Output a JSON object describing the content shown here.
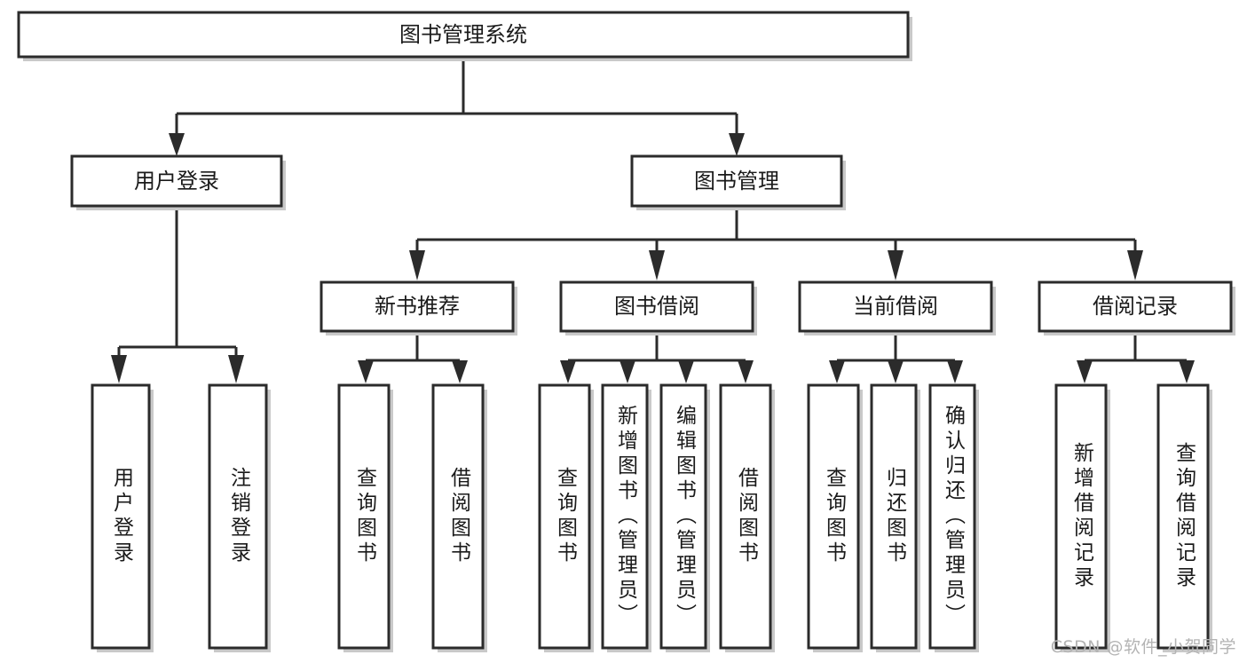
{
  "diagram": {
    "type": "tree-hierarchy",
    "title": "图书管理系统",
    "orientation": "top-down",
    "watermark": "CSDN @软件_小贺同学",
    "colors": {
      "box_stroke": "#2b2b2b",
      "box_fill": "#ffffff",
      "connector": "#2b2b2b",
      "text": "#1a1a1a",
      "shadow": "#c9c9c9",
      "watermark": "#b4b4b4",
      "background": "#ffffff"
    },
    "root": {
      "label": "图书管理系统",
      "level": 0
    },
    "level1": [
      {
        "label": "用户登录"
      },
      {
        "label": "图书管理"
      }
    ],
    "level2": [
      {
        "label": "新书推荐",
        "parent": "图书管理"
      },
      {
        "label": "图书借阅",
        "parent": "图书管理"
      },
      {
        "label": "当前借阅",
        "parent": "图书管理"
      },
      {
        "label": "借阅记录",
        "parent": "图书管理"
      }
    ],
    "leaves": {
      "用户登录": [
        {
          "label": "用户登录"
        },
        {
          "label": "注销登录"
        }
      ],
      "新书推荐": [
        {
          "label": "查询图书"
        },
        {
          "label": "借阅图书"
        }
      ],
      "图书借阅": [
        {
          "label": "查询图书"
        },
        {
          "label": "新增图书（管理员）"
        },
        {
          "label": "编辑图书（管理员）"
        },
        {
          "label": "借阅图书"
        }
      ],
      "当前借阅": [
        {
          "label": "查询图书"
        },
        {
          "label": "归还图书"
        },
        {
          "label": "确认归还（管理员）"
        }
      ],
      "借阅记录": [
        {
          "label": "新增借阅记录"
        },
        {
          "label": "查询借阅记录"
        }
      ]
    }
  }
}
